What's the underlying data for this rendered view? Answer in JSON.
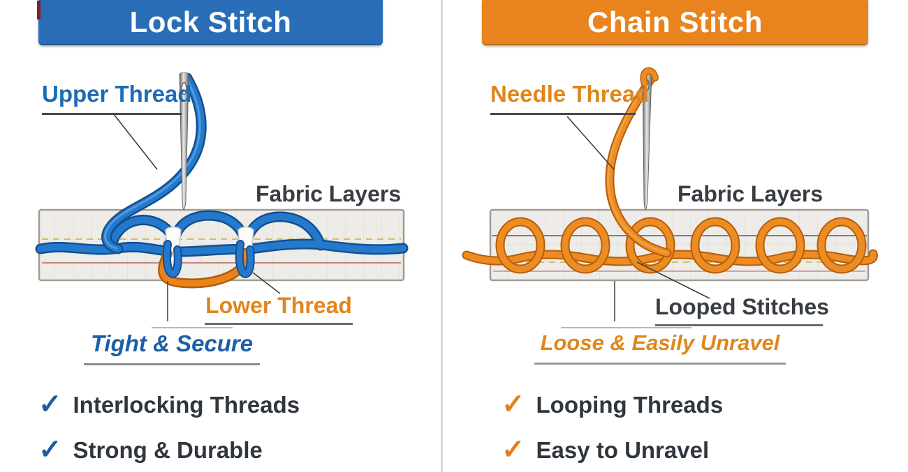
{
  "left_panel": {
    "title": "Lock Stitch",
    "labels": {
      "upper_thread": "Upper Thread",
      "fabric_layers": "Fabric Layers",
      "lower_thread": "Lower Thread",
      "caption": "Tight & Secure"
    },
    "bullets": [
      {
        "check": "✓",
        "label": "Interlocking Threads"
      },
      {
        "check": "✓",
        "label": "Strong & Durable"
      }
    ],
    "colors": {
      "banner": "#2a6db7",
      "thread": "#2579cd",
      "label_text": "#1e6bb5",
      "caption_text": "#1d5fa7",
      "check": "#1d5c9e"
    }
  },
  "right_panel": {
    "title": "Chain Stitch",
    "labels": {
      "needle_thread": "Needle Thread",
      "fabric_layers": "Fabric Layers",
      "looped_stitches": "Looped Stitches",
      "caption": "Loose & Easily Unravel"
    },
    "bullets": [
      {
        "check": "✓",
        "label": "Looping Threads"
      },
      {
        "check": "✓",
        "label": "Easy to Unravel"
      }
    ],
    "colors": {
      "banner": "#e8831d",
      "thread": "#ec8c22",
      "label_text": "#e0861c",
      "caption_text": "#e0861c",
      "check": "#e0801e"
    }
  },
  "shared": {
    "dark_text": "#30363e",
    "fabric_fill": "#eeece8",
    "needle_gray": "#8a8a8a",
    "divider": "#d6d6d6"
  }
}
